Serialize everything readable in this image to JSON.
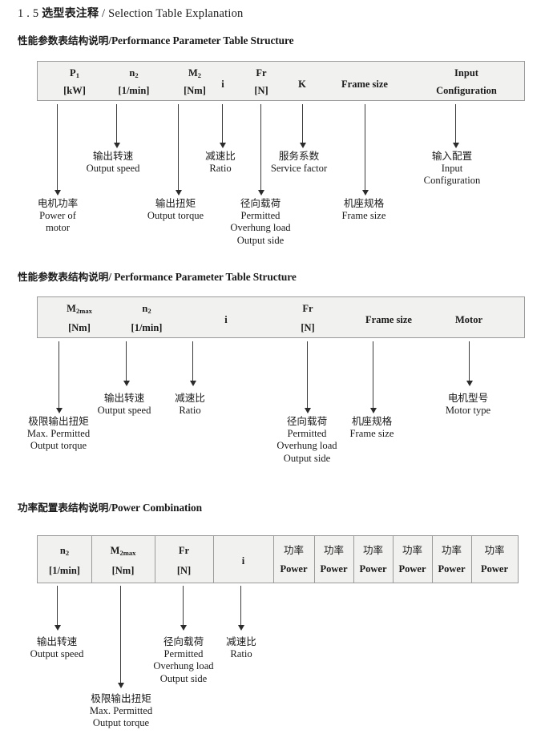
{
  "document": {
    "title_number": "1 . 5",
    "title_cn": "选型表注释",
    "title_sep": "/",
    "title_en": "Selection Table Explanation"
  },
  "sections": [
    {
      "heading_cn": "性能参数表结构说明",
      "heading_sep": "/",
      "heading_en": "Performance Parameter Table Structure",
      "table": {
        "columns": [
          {
            "line1": "P",
            "sub1": "1",
            "line2": "[kW]"
          },
          {
            "line1": "n",
            "sub1": "2",
            "line2": "[1/min]"
          },
          {
            "line1": "M",
            "sub1": "2",
            "line2": "[Nm]"
          },
          {
            "line1": "i",
            "sub1": "",
            "line2": ""
          },
          {
            "line1": "Fr",
            "sub1": "",
            "line2": "[N]"
          },
          {
            "line1": "K",
            "sub1": "",
            "line2": ""
          },
          {
            "line1": "Frame size",
            "sub1": "",
            "line2": ""
          },
          {
            "line1": "Input",
            "sub1": "",
            "line2": "Configuration"
          }
        ]
      },
      "notes": [
        {
          "cn": "电机功率",
          "en1": "Power of",
          "en2": "motor",
          "en3": ""
        },
        {
          "cn": "输出转速",
          "en1": "Output speed",
          "en2": "",
          "en3": ""
        },
        {
          "cn": "输出扭矩",
          "en1": "Output torque",
          "en2": "",
          "en3": ""
        },
        {
          "cn": "减速比",
          "en1": "Ratio",
          "en2": "",
          "en3": ""
        },
        {
          "cn": "径向载荷",
          "en1": "Permitted",
          "en2": "Overhung load",
          "en3": "Output side"
        },
        {
          "cn": "服务系数",
          "en1": "Service factor",
          "en2": "",
          "en3": ""
        },
        {
          "cn": "机座规格",
          "en1": "Frame size",
          "en2": "",
          "en3": ""
        },
        {
          "cn": "输入配置",
          "en1": "Input",
          "en2": "Configuration",
          "en3": ""
        }
      ]
    },
    {
      "heading_cn": "性能参数表结构说明",
      "heading_sep": "/",
      "heading_en": "Performance Parameter Table Structure",
      "table": {
        "columns": [
          {
            "line1": "M",
            "sub1": "2max",
            "line2": "[Nm]"
          },
          {
            "line1": "n",
            "sub1": "2",
            "line2": "[1/min]"
          },
          {
            "line1": "i",
            "sub1": "",
            "line2": ""
          },
          {
            "line1": "Fr",
            "sub1": "",
            "line2": "[N]"
          },
          {
            "line1": "Frame size",
            "sub1": "",
            "line2": ""
          },
          {
            "line1": "Motor",
            "sub1": "",
            "line2": ""
          }
        ]
      },
      "notes": [
        {
          "cn": "极限输出扭矩",
          "en1": "Max. Permitted",
          "en2": "Output  torque",
          "en3": ""
        },
        {
          "cn": "输出转速",
          "en1": "Output speed",
          "en2": "",
          "en3": ""
        },
        {
          "cn": "减速比",
          "en1": "Ratio",
          "en2": "",
          "en3": ""
        },
        {
          "cn": "径向载荷",
          "en1": "Permitted",
          "en2": "Overhung load",
          "en3": "Output side"
        },
        {
          "cn": "机座规格",
          "en1": "Frame size",
          "en2": "",
          "en3": ""
        },
        {
          "cn": "电机型号",
          "en1": "Motor type",
          "en2": "",
          "en3": ""
        }
      ]
    },
    {
      "heading_cn": "功率配置表结构说明",
      "heading_sep": "/",
      "heading_en": "Power Combination",
      "table": {
        "columns": [
          {
            "line1": "n",
            "sub1": "2",
            "line2": "[1/min]"
          },
          {
            "line1": "M",
            "sub1": "2max",
            "line2": "[Nm]"
          },
          {
            "line1": "Fr",
            "sub1": "",
            "line2": "[N]"
          },
          {
            "line1": "i",
            "sub1": "",
            "line2": ""
          },
          {
            "line1": "功率",
            "sub1": "",
            "line2": "Power"
          },
          {
            "line1": "功率",
            "sub1": "",
            "line2": "Power"
          },
          {
            "line1": "功率",
            "sub1": "",
            "line2": "Power"
          },
          {
            "line1": "功率",
            "sub1": "",
            "line2": "Power"
          },
          {
            "line1": "功率",
            "sub1": "",
            "line2": "Power"
          },
          {
            "line1": "功率",
            "sub1": "",
            "line2": "Power"
          }
        ]
      },
      "notes": [
        {
          "cn": "输出转速",
          "en1": "Output speed",
          "en2": "",
          "en3": ""
        },
        {
          "cn": "极限输出扭矩",
          "en1": "Max. Permitted",
          "en2": "Output  torque",
          "en3": ""
        },
        {
          "cn": "径向载荷",
          "en1": "Permitted",
          "en2": "Overhung load",
          "en3": "Output side"
        },
        {
          "cn": "减速比",
          "en1": "Ratio",
          "en2": "",
          "en3": ""
        }
      ]
    }
  ],
  "colors": {
    "table_fill": "#f1f1f0",
    "table_border": "#9a9a9a",
    "arrow": "#2b2b2b",
    "text": "#1a1a1a",
    "page": "#ffffff"
  }
}
